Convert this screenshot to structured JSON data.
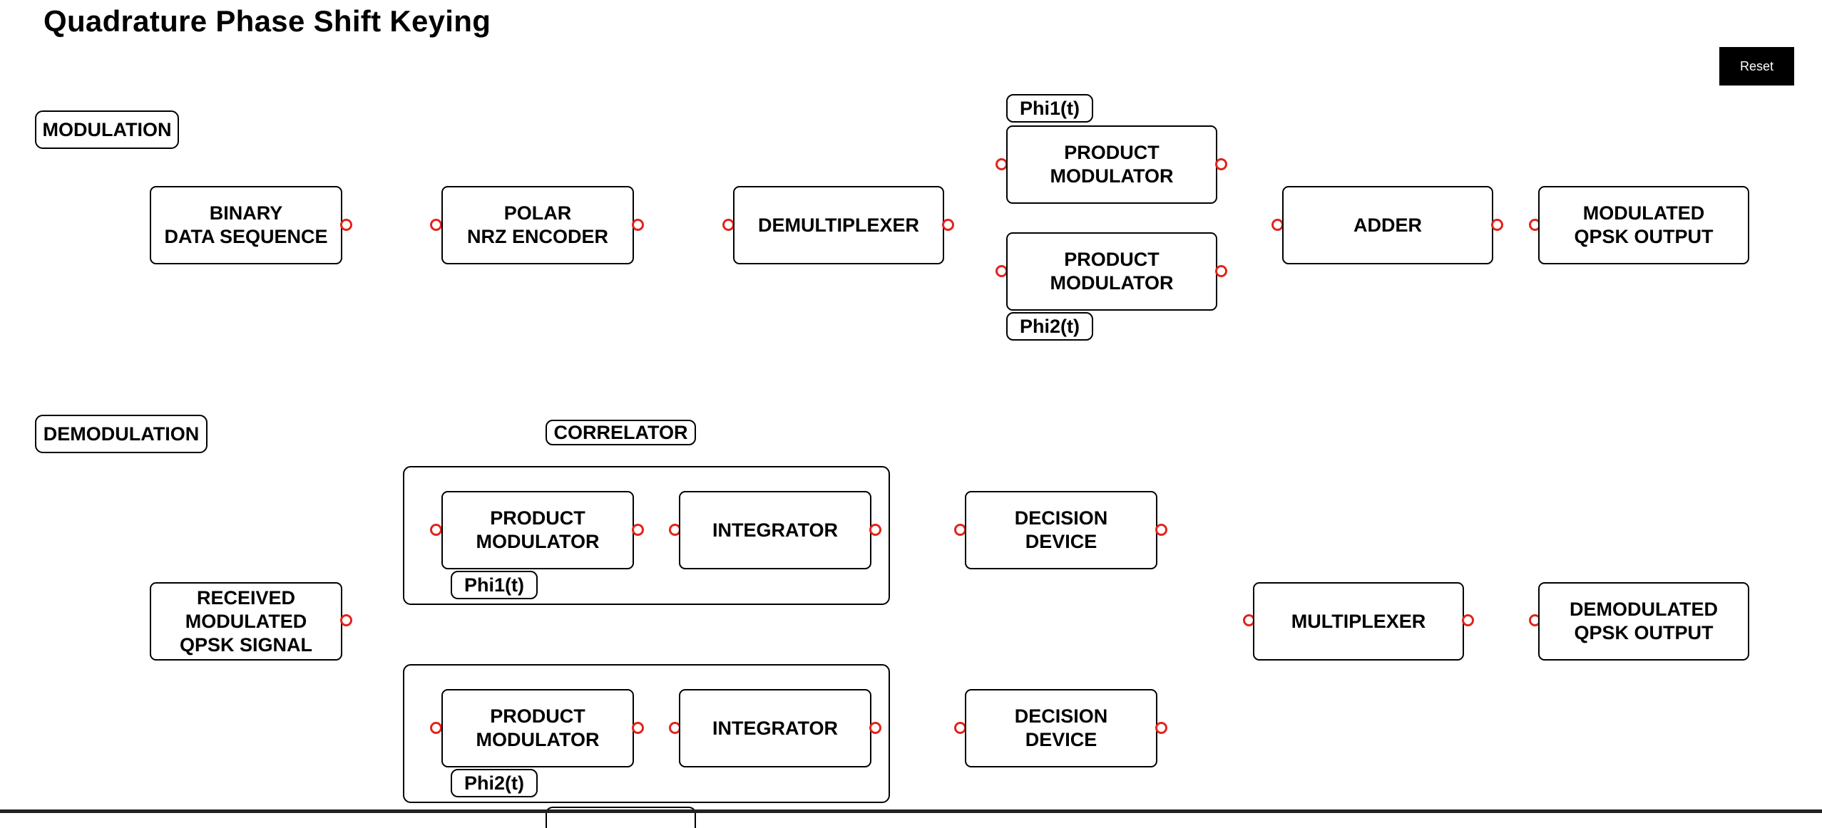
{
  "title": "Quadrature Phase Shift Keying",
  "reset_label": "Reset",
  "port_color": "#e2231a",
  "modulation": {
    "section_label": "MODULATION",
    "binary": "BINARY\nDATA SEQUENCE",
    "polar": "POLAR\nNRZ ENCODER",
    "demux": "DEMULTIPLEXER",
    "product1": "PRODUCT\nMODULATOR",
    "product2": "PRODUCT\nMODULATOR",
    "phi1": "Phi1(t)",
    "phi2": "Phi2(t)",
    "adder": "ADDER",
    "output": "MODULATED\nQPSK OUTPUT"
  },
  "demodulation": {
    "section_label": "DEMODULATION",
    "correlator": "CORRELATOR",
    "received": "RECEIVED\nMODULATED\nQPSK SIGNAL",
    "product1": "PRODUCT\nMODULATOR",
    "integrator1": "INTEGRATOR",
    "phi1": "Phi1(t)",
    "product2": "PRODUCT\nMODULATOR",
    "integrator2": "INTEGRATOR",
    "phi2": "Phi2(t)",
    "decision1": "DECISION\nDEVICE",
    "decision2": "DECISION\nDEVICE",
    "mux": "MULTIPLEXER",
    "output": "DEMODULATED\nQPSK OUTPUT"
  }
}
